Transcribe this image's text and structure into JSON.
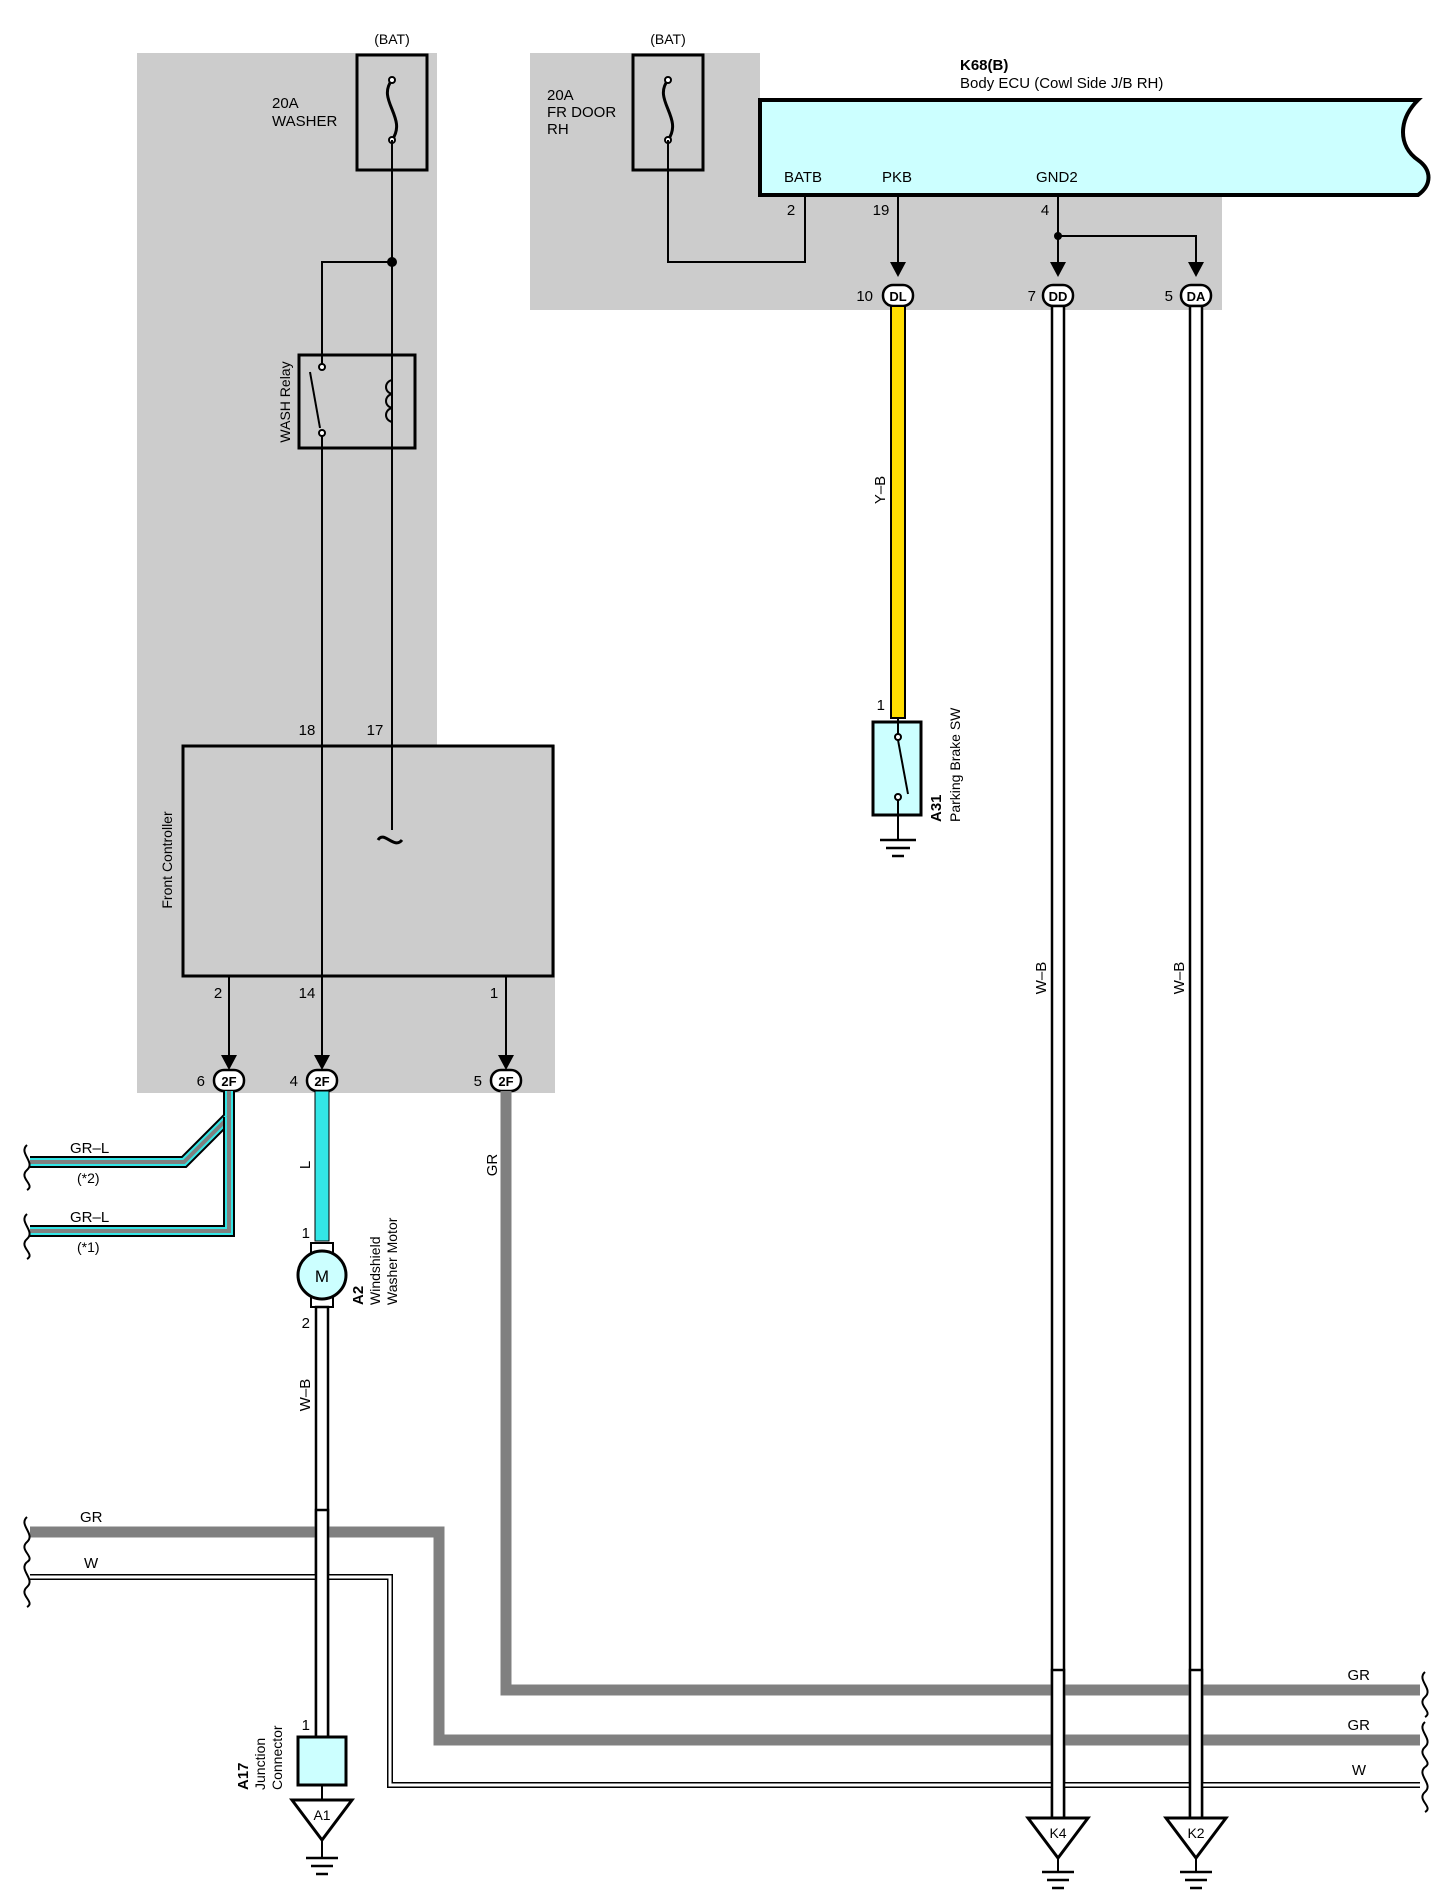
{
  "colors": {
    "shade": "#cccccc",
    "ecu_fill": "#ccffff",
    "wire_yellow": "#ffdd00",
    "wire_cyan": "#33e6e6",
    "wire_gray": "#808080",
    "connector_fill": "#ccffff"
  },
  "bat_left": "(BAT)",
  "bat_right": "(BAT)",
  "fuse_washer": {
    "amp": "20A",
    "name": "WASHER"
  },
  "fuse_frdoor": {
    "amp": "20A",
    "line1": "FR DOOR",
    "line2": "RH"
  },
  "ecu": {
    "code": "K68(B)",
    "name": "Body ECU (Cowl Side J/B RH)",
    "pins": [
      {
        "name": "BATB",
        "num": "2"
      },
      {
        "name": "PKB",
        "num": "19"
      },
      {
        "name": "GND2",
        "num": "4"
      }
    ]
  },
  "ecu_connectors": [
    {
      "pin": "10",
      "code": "DL"
    },
    {
      "pin": "7",
      "code": "DD"
    },
    {
      "pin": "5",
      "code": "DA"
    }
  ],
  "relay_label": "WASH Relay",
  "front_controller": {
    "label": "Front Controller",
    "top_pins": [
      "18",
      "17"
    ],
    "bottom_pins": [
      "2",
      "14",
      "1"
    ]
  },
  "fc_connectors": [
    {
      "pin": "6",
      "code": "2F"
    },
    {
      "pin": "4",
      "code": "2F"
    },
    {
      "pin": "5",
      "code": "2F"
    }
  ],
  "wires": {
    "yb": "Y–B",
    "l": "L",
    "gr": "GR",
    "wb_left": "W–B",
    "wb_mid": "W–B",
    "wb_right": "W–B",
    "grl_1": "GR–L",
    "grl_1_note": "(*2)",
    "grl_2": "GR–L",
    "grl_2_note": "(*1)",
    "bus_gr_left": "GR",
    "bus_w_left": "W",
    "bus_gr_right1": "GR",
    "bus_gr_right2": "GR",
    "bus_w_right": "W"
  },
  "parking_brake": {
    "pin": "1",
    "code": "A31",
    "name": "Parking Brake SW"
  },
  "washer_motor": {
    "pin_top": "1",
    "pin_bottom": "2",
    "code": "A2",
    "name1": "Windshield",
    "name2": "Washer Motor",
    "symbol": "M"
  },
  "junction": {
    "pin": "1",
    "code": "A17",
    "name1": "Junction",
    "name2": "Connector"
  },
  "grounds": [
    "A1",
    "K4",
    "K2"
  ]
}
